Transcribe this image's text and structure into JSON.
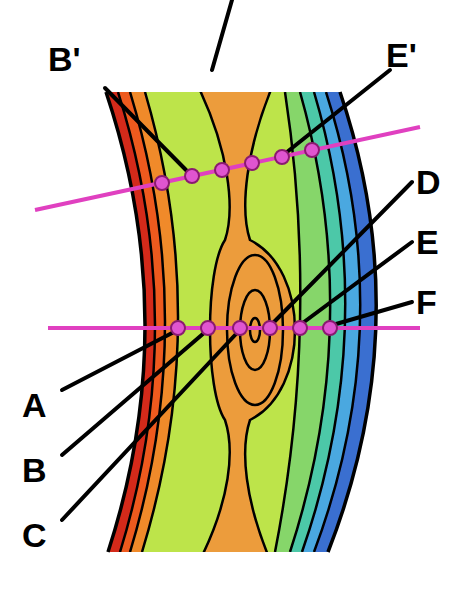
{
  "diagram": {
    "labels": [
      "B'",
      "E'",
      "D",
      "E",
      "F",
      "A",
      "B",
      "C"
    ]
  }
}
